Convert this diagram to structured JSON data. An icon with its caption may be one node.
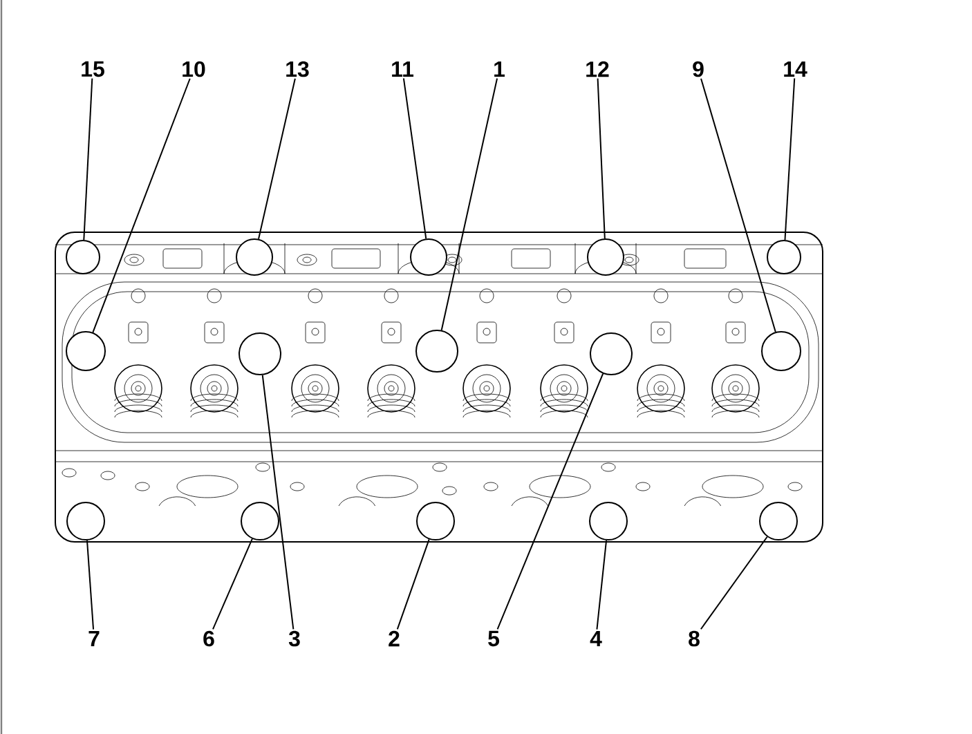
{
  "diagram": {
    "nodes": [
      {
        "text": [
          "15"
        ]
      },
      {
        "text": [
          "10"
        ]
      },
      {
        "text": [
          "13"
        ]
      },
      {
        "text": [
          "11"
        ]
      },
      {
        "text": [
          "1"
        ]
      },
      {
        "text": [
          "12"
        ]
      },
      {
        "text": [
          "9"
        ]
      },
      {
        "text": [
          "14"
        ]
      },
      {
        "text": [
          "7"
        ]
      },
      {
        "text": [
          "6"
        ]
      },
      {
        "text": [
          "3"
        ]
      },
      {
        "text": [
          "2"
        ]
      },
      {
        "text": [
          "5"
        ]
      },
      {
        "text": [
          "4"
        ]
      },
      {
        "text": [
          "8"
        ]
      },
      {
        "text": [],
        "shape": "circle"
      },
      {
        "text": [],
        "shape": "circle"
      },
      {
        "text": [],
        "shape": "circle"
      },
      {
        "text": [],
        "shape": "circle"
      },
      {
        "text": [],
        "shape": "circle"
      },
      {
        "text": [],
        "shape": "circle"
      },
      {
        "text": [],
        "shape": "circle"
      },
      {
        "text": [],
        "shape": "circle"
      },
      {
        "text": [],
        "shape": "circle"
      },
      {
        "text": [],
        "shape": "circle"
      },
      {
        "text": [],
        "shape": "circle"
      },
      {
        "text": [],
        "shape": "circle"
      },
      {
        "text": [],
        "shape": "circle"
      },
      {
        "text": [],
        "shape": "circle"
      },
      {
        "text": [],
        "shape": "circle"
      }
    ],
    "edges": [
      {
        "from": 0,
        "to": 15,
        "arrow": "none"
      },
      {
        "from": 1,
        "to": 20,
        "arrow": "none"
      },
      {
        "from": 2,
        "to": 16,
        "arrow": "none"
      },
      {
        "from": 3,
        "to": 17,
        "arrow": "none"
      },
      {
        "from": 4,
        "to": 22,
        "arrow": "none"
      },
      {
        "from": 5,
        "to": 18,
        "arrow": "none"
      },
      {
        "from": 6,
        "to": 24,
        "arrow": "none"
      },
      {
        "from": 7,
        "to": 19,
        "arrow": "none"
      },
      {
        "from": 8,
        "to": 25,
        "arrow": "none"
      },
      {
        "from": 9,
        "to": 26,
        "arrow": "none"
      },
      {
        "from": 10,
        "to": 21,
        "arrow": "none"
      },
      {
        "from": 11,
        "to": 27,
        "arrow": "none"
      },
      {
        "from": 12,
        "to": 23,
        "arrow": "none"
      },
      {
        "from": 13,
        "to": 28,
        "arrow": "none"
      },
      {
        "from": 14,
        "to": 29,
        "arrow": "none"
      }
    ]
  }
}
